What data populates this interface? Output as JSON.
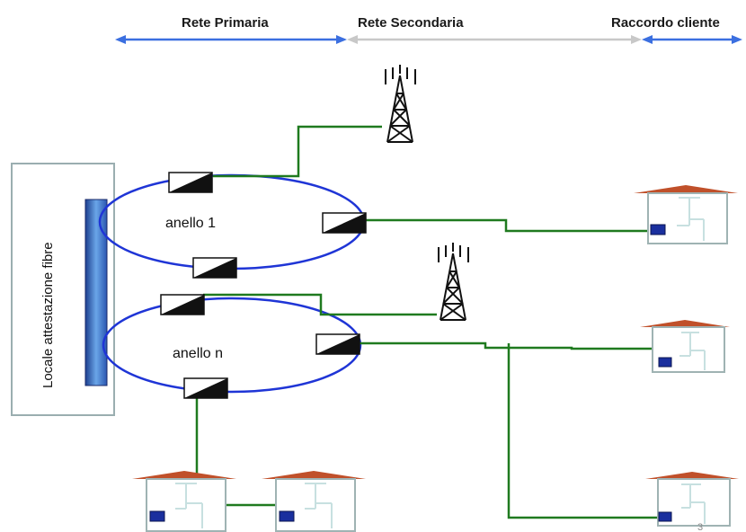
{
  "header": {
    "primary_label": "Rete Primaria",
    "secondary_label": "Rete Secondaria",
    "customer_label": "Raccordo cliente"
  },
  "central_office": {
    "label": "Locale attestazione fibre"
  },
  "rings": [
    {
      "label": "anello 1"
    },
    {
      "label": "anello  n"
    }
  ],
  "page_number": "3",
  "colors": {
    "primary_arrow": "#3b6fe0",
    "secondary_arrow": "#c8c8c8",
    "customer_arrow": "#3b6fe0",
    "ring": "#1f35d6",
    "fiber": "#1f7a1f",
    "house_roof": "#c0502a",
    "house_wall": "#9fb3b3",
    "patch_panel": "#4f8fd8"
  }
}
